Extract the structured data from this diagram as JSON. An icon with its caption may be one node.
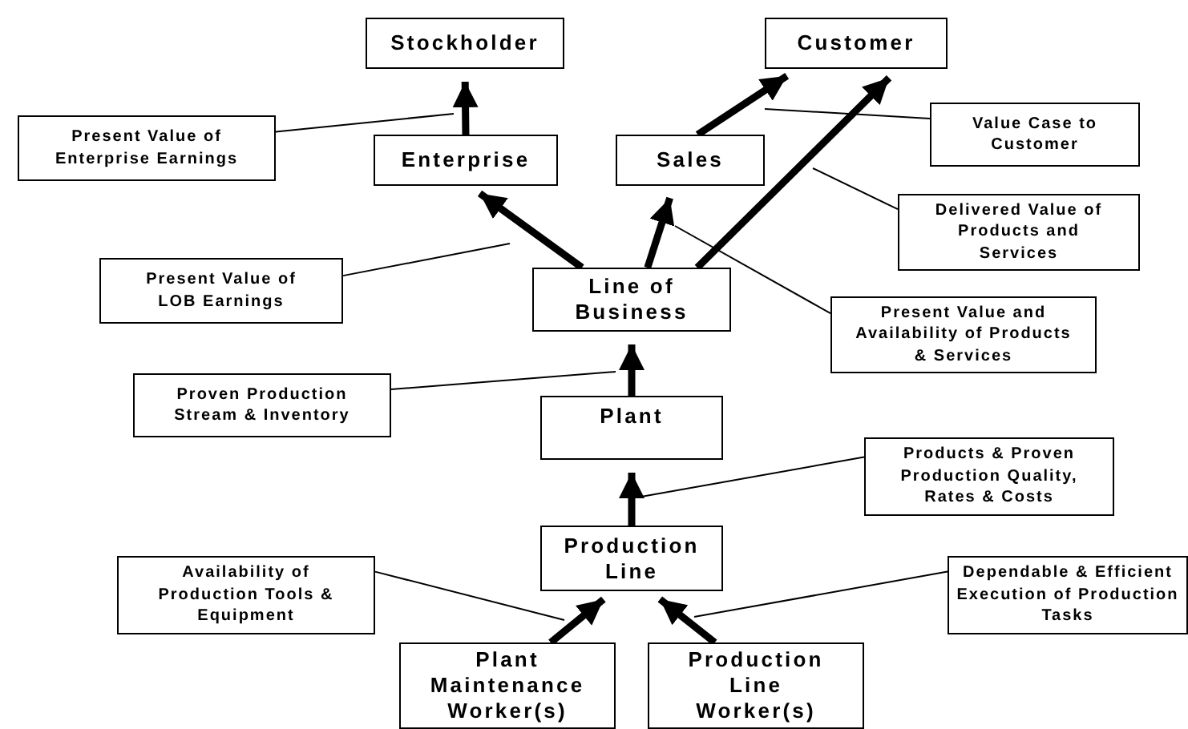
{
  "diagram": {
    "nodes": [
      {
        "text": [
          "Stockholder"
        ]
      },
      {
        "text": [
          "Customer"
        ]
      },
      {
        "text": [
          "Present Value of Enterprise Earnings"
        ]
      },
      {
        "text": [
          "Enterprise"
        ]
      },
      {
        "text": [
          "Sales"
        ]
      },
      {
        "text": [
          "Value Case to Customer"
        ]
      },
      {
        "text": [
          "Delivered Value of Products and Services"
        ]
      },
      {
        "text": [
          "Present Value of LOB Earnings"
        ]
      },
      {
        "text": [
          "Line of Business"
        ]
      },
      {
        "text": [
          "Present Value and Availability of Products & Services"
        ]
      },
      {
        "text": [
          "Proven Production Stream & Inventory"
        ]
      },
      {
        "text": [
          "Plant"
        ]
      },
      {
        "text": [
          "Products & Proven Production Quality, Rates & Costs"
        ]
      },
      {
        "text": [
          "Production Line"
        ]
      },
      {
        "text": [
          "Availability of Production Tools & Equipment"
        ]
      },
      {
        "text": [
          "Dependable & Efficient Execution of Production Tasks"
        ]
      },
      {
        "text": [
          "Plant Maintenance Worker(s)"
        ]
      },
      {
        "text": [
          "Production Line Worker(s)"
        ]
      }
    ],
    "edges": [
      {
        "from": 3,
        "to": 0,
        "arrow": "to",
        "style": "thick"
      },
      {
        "from": 8,
        "to": 3,
        "arrow": "to",
        "style": "thick"
      },
      {
        "from": 8,
        "to": 4,
        "arrow": "to",
        "style": "thick"
      },
      {
        "from": 4,
        "to": 1,
        "arrow": "to",
        "style": "thick"
      },
      {
        "from": 8,
        "to": 1,
        "arrow": "to",
        "style": "thick"
      },
      {
        "from": 11,
        "to": 8,
        "arrow": "to",
        "style": "thick"
      },
      {
        "from": 13,
        "to": 11,
        "arrow": "to",
        "style": "thick"
      },
      {
        "from": 16,
        "to": 13,
        "arrow": "to",
        "style": "thick"
      },
      {
        "from": 17,
        "to": 13,
        "arrow": "to",
        "style": "thick"
      },
      {
        "from": 2,
        "to": null,
        "arrow": "none"
      },
      {
        "from": 7,
        "to": null,
        "arrow": "none"
      },
      {
        "from": 5,
        "to": null,
        "arrow": "none"
      },
      {
        "from": 6,
        "to": null,
        "arrow": "none"
      },
      {
        "from": 9,
        "to": null,
        "arrow": "none"
      },
      {
        "from": 10,
        "to": null,
        "arrow": "none"
      },
      {
        "from": 12,
        "to": null,
        "arrow": "none"
      },
      {
        "from": 14,
        "to": null,
        "arrow": "none"
      },
      {
        "from": 15,
        "to": null,
        "arrow": "none"
      }
    ]
  }
}
